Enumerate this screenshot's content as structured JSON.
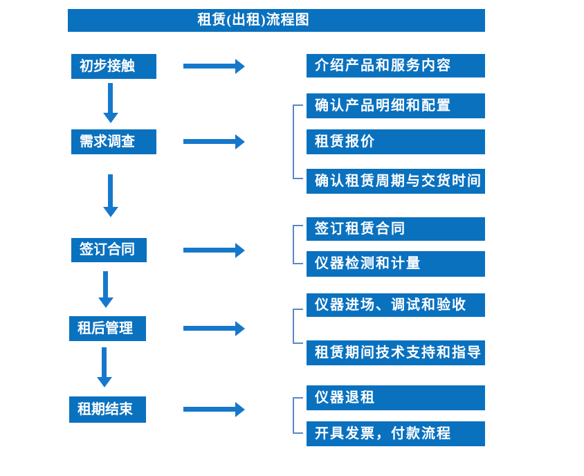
{
  "title": "租赁(出租)流程图",
  "colors": {
    "primary": "#0a71bf",
    "arrow": "#1678cb",
    "bracket": "#5b87c5",
    "text_on_blue": "#ffffff",
    "background": "#ffffff"
  },
  "steps": [
    {
      "label": "初步接触",
      "details": [
        "介绍产品和服务内容"
      ]
    },
    {
      "label": "需求调查",
      "details": [
        "确认产品明细和配置",
        "租赁报价",
        "确认租赁周期与交货时间"
      ]
    },
    {
      "label": "签订合同",
      "details": [
        "签订租赁合同",
        "仪器检测和计量"
      ]
    },
    {
      "label": "租后管理",
      "details": [
        "仪器进场、调试和验收",
        "租赁期间技术支持和指导"
      ]
    },
    {
      "label": "租期结束",
      "details": [
        "仪器退租",
        "开具发票，付款流程"
      ]
    }
  ]
}
